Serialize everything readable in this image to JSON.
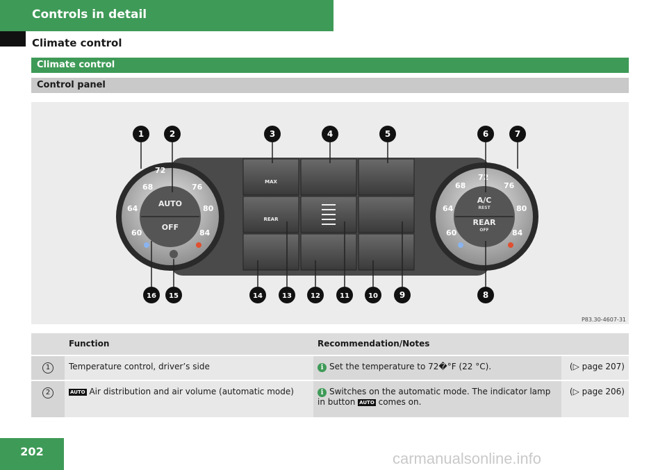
{
  "header": {
    "chapter": "Controls in detail",
    "section": "Climate control"
  },
  "bars": {
    "green": "Climate control",
    "grey": "Control panel"
  },
  "figure": {
    "callouts": [
      "1",
      "2",
      "3",
      "4",
      "5",
      "6",
      "7",
      "8",
      "9",
      "10",
      "11",
      "12",
      "13",
      "14",
      "15",
      "16"
    ],
    "left_dial": {
      "labels": [
        "60",
        "64",
        "68",
        "72",
        "76",
        "80",
        "84"
      ],
      "upper": "AUTO",
      "lower": "OFF"
    },
    "right_dial": {
      "labels": [
        "60",
        "64",
        "68",
        "72",
        "76",
        "80",
        "84"
      ],
      "upper": "A/C",
      "upper_sub": "REST",
      "lower": "REAR",
      "lower_sub": "OFF"
    },
    "buttons": {
      "max": "MAX",
      "rear": "REAR"
    },
    "ref": "P83.30-4607-31"
  },
  "table": {
    "headers": [
      "",
      "Function",
      "Recommendation/Notes",
      ""
    ],
    "rows": [
      {
        "n": "1",
        "function": "Temperature control, driver’s side",
        "note": "Set the temperature to 72�°F (22 °C).",
        "ref": "(▷ page 207)"
      },
      {
        "n": "2",
        "function_badge": "AUTO",
        "function": " Air distribution and air volume (automatic mode)",
        "note_a": "Switches on the automatic mode. The indicator lamp in button ",
        "note_badge": "AUTO",
        "note_b": " comes on.",
        "ref": "(▷ page 206)"
      }
    ]
  },
  "page_number": "202",
  "watermark": "carmanualsonline.info"
}
